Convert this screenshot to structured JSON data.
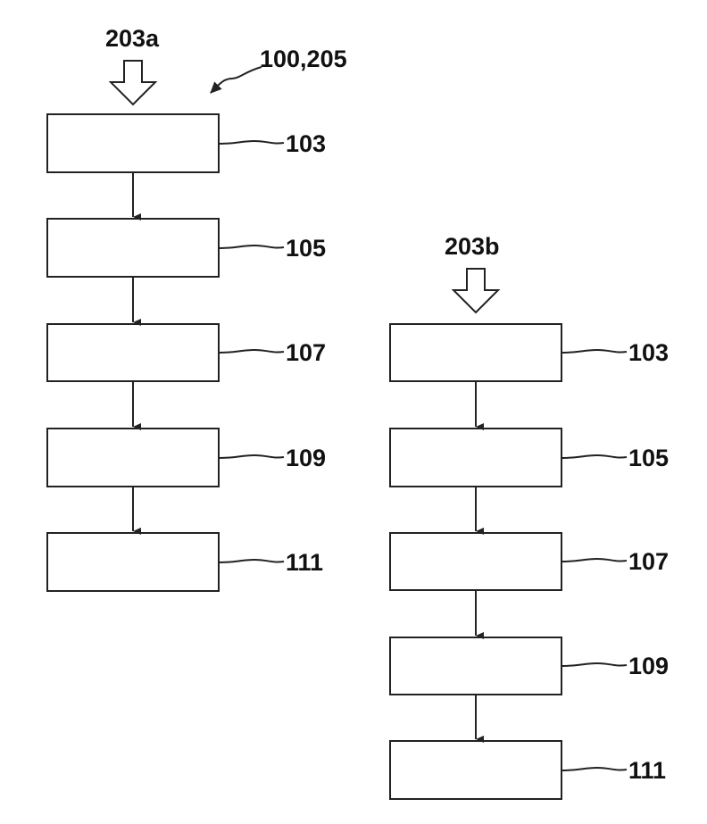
{
  "figure": {
    "reference": "100,205",
    "left_flow": {
      "input_label": "203a",
      "steps": [
        "103",
        "105",
        "107",
        "109",
        "111"
      ]
    },
    "right_flow": {
      "input_label": "203b",
      "steps": [
        "103",
        "105",
        "107",
        "109",
        "111"
      ]
    }
  }
}
